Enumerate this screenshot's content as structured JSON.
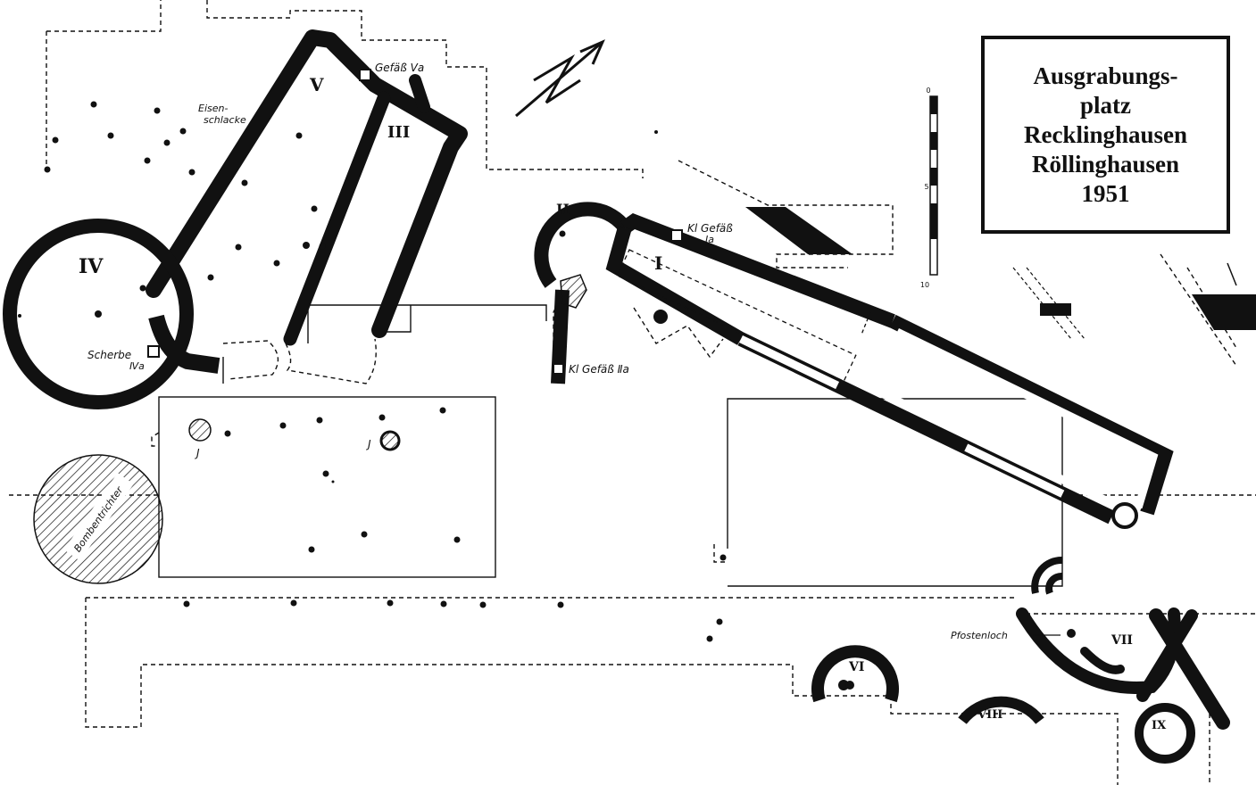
{
  "title": {
    "line1": "Ausgrabungs-",
    "line2": "platz",
    "line3": "Recklinghausen",
    "line4": "Röllinghausen",
    "line5": "1951"
  },
  "labels": {
    "gefaess_va": "Gefäß Ⅴa",
    "eisenschlacke_1": "Eisen-",
    "eisenschlacke_2": "schlacke",
    "scherbe": "Scherbe",
    "scherbe_sub": "Ⅳa",
    "kl_gefaess_ia": "Kl Gefäß",
    "kl_gefaess_ia_sub": "Ⅰa",
    "kl_gefaess_iia": "Kl Gefäß Ⅱa",
    "bombentrichter": "Bombentrichter",
    "pfostenloch": "Pfostenloch",
    "j1": "J",
    "j2": "J"
  },
  "structures": {
    "i": "I",
    "ii": "II",
    "iii": "III",
    "iv": "IV",
    "v": "V",
    "vi": "VI",
    "vii": "VII",
    "viii": "VIII",
    "ix": "IX"
  },
  "scale": {
    "top": "0",
    "mid": "5",
    "bottom": "10"
  },
  "colors": {
    "ink": "#111111",
    "paper": "#ffffff"
  }
}
